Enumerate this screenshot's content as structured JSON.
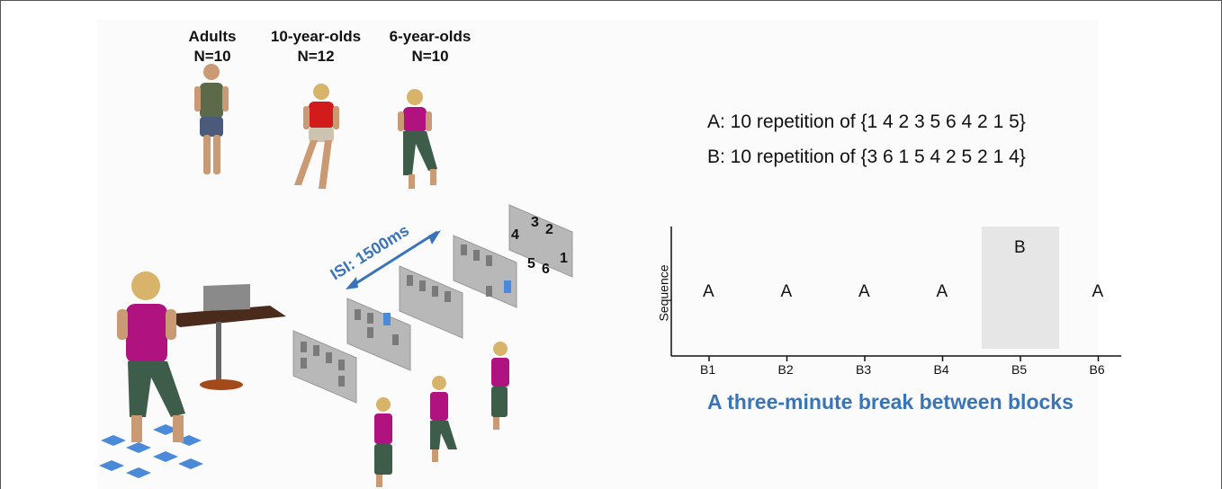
{
  "groups": [
    {
      "name": "Adults",
      "n": "N=10"
    },
    {
      "name": "10-year-olds",
      "n": "N=12"
    },
    {
      "name": "6-year-olds",
      "n": "N=10"
    }
  ],
  "isi_label": "ISI: 1500ms",
  "stimulus_numbers": [
    "3",
    "2",
    "4",
    "5",
    "6",
    "1"
  ],
  "sequences": {
    "a": "A: 10 repetition of {1 4 2 3 5 6 4 2 1 5}",
    "b": "B: 10 repetition of {3 6 1 5 4 2 5 2 1 4}"
  },
  "chart_data": {
    "type": "bar",
    "categories": [
      "B1",
      "B2",
      "B3",
      "B4",
      "B5",
      "B6"
    ],
    "values": [
      "A",
      "A",
      "A",
      "A",
      "B",
      "A"
    ],
    "ylabel": "Sequence",
    "highlighted_block": "B5",
    "caption": "A three-minute break between blocks"
  },
  "colors": {
    "accent_blue": "#3a74b8",
    "highlight_gray": "#e6e6e6",
    "shirt_magenta": "#b0127f",
    "shirt_red": "#d21b1b",
    "shirt_olive": "#5c6a4a",
    "tile_blue": "#4a8ad8"
  }
}
